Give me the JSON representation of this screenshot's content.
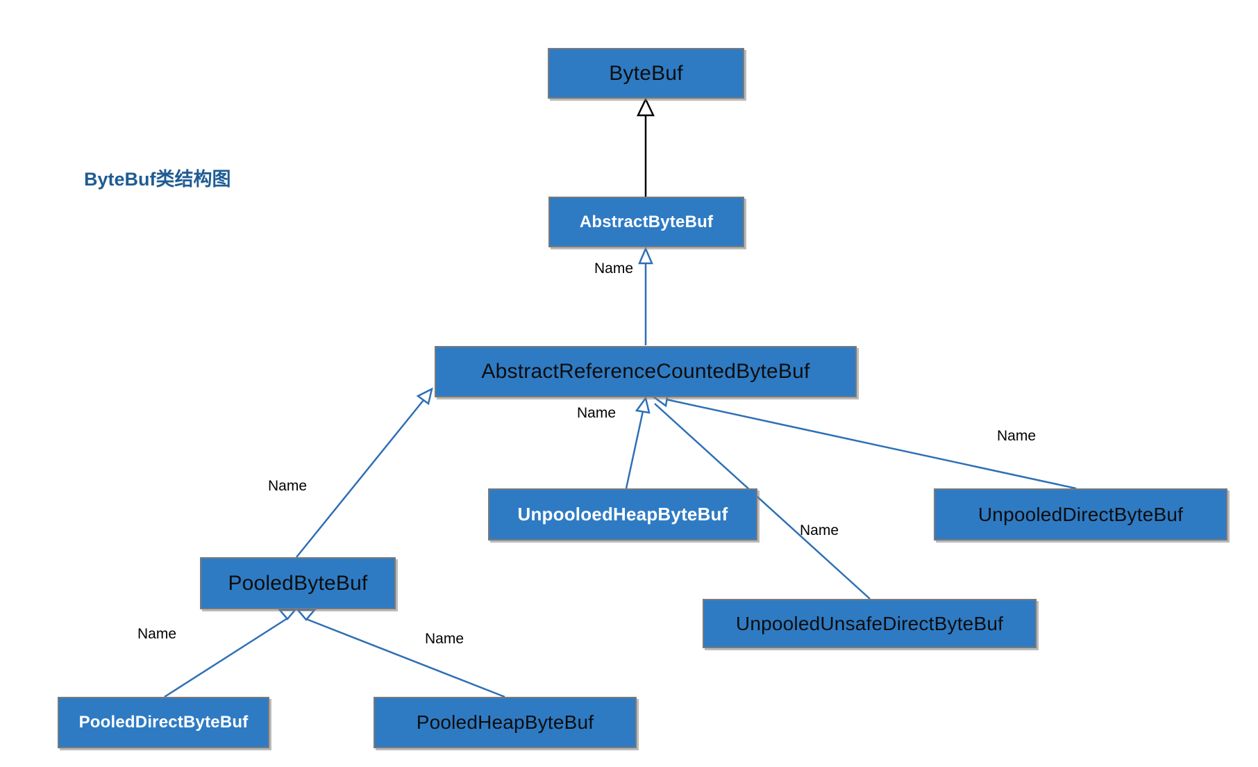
{
  "title": "ByteBuf类结构图",
  "colors": {
    "node_fill": "#2E7BC4",
    "node_border": "#7A7A7A",
    "edge_blue": "#2E6FB6",
    "edge_black": "#000000",
    "title_color": "#1F5C93"
  },
  "nodes": [
    {
      "id": "bytebuf",
      "label": "ByteBuf"
    },
    {
      "id": "abstract-bytebuf",
      "label": "AbstractByteBuf"
    },
    {
      "id": "abstract-ref-counted-bytebuf",
      "label": "AbstractReferenceCountedByteBuf"
    },
    {
      "id": "unpooloed-heap-bytebuf",
      "label": "UnpooloedHeapByteBuf"
    },
    {
      "id": "unpooled-direct-bytebuf",
      "label": "UnpooledDirectByteBuf"
    },
    {
      "id": "pooled-bytebuf",
      "label": "PooledByteBuf"
    },
    {
      "id": "unpooled-unsafe-direct-bytebuf",
      "label": "UnpooledUnsafeDirectByteBuf"
    },
    {
      "id": "pooled-direct-bytebuf",
      "label": "PooledDirectByteBuf"
    },
    {
      "id": "pooled-heap-bytebuf",
      "label": "PooledHeapByteBuf"
    }
  ],
  "edge_labels": [
    {
      "label": "Name"
    },
    {
      "label": "Name"
    },
    {
      "label": "Name"
    },
    {
      "label": "Name"
    },
    {
      "label": "Name"
    },
    {
      "label": "Name"
    },
    {
      "label": "Name"
    }
  ]
}
